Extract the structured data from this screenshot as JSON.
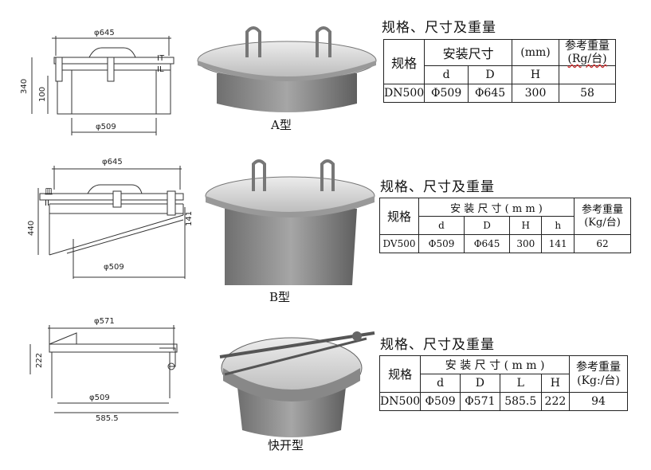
{
  "type_a": {
    "caption": "A型",
    "title": "规格、尺寸及重量",
    "table": {
      "spec_header": "规格",
      "install_header": "安装尺寸",
      "unit_header": "(mm)",
      "weight_header": "参考重量",
      "weight_unit": "(Rg/台)",
      "col_d": "d",
      "col_D": "D",
      "col_H": "H",
      "row": {
        "spec": "DN500",
        "d": "Φ509",
        "D": "Φ645",
        "H": "300",
        "weight": "58"
      }
    },
    "drawing_labels": {
      "top": "φ645",
      "bottom": "φ509",
      "height": "340",
      "inner": "100",
      "mark1": "IT",
      "mark2": "IL"
    }
  },
  "type_b": {
    "caption": "B型",
    "title": "规格、尺寸及重量",
    "table": {
      "spec_header": "规格",
      "install_header": "安 装 尺 寸 ( m m )",
      "weight_header": "参考重量",
      "weight_unit": "(Kg/台)",
      "col_d": "d",
      "col_D": "D",
      "col_H": "H",
      "col_h": "h",
      "row": {
        "spec": "DV500",
        "d": "Φ509",
        "D": "Φ645",
        "H": "300",
        "h": "141",
        "weight": "62"
      }
    },
    "drawing_labels": {
      "top": "φ645",
      "bottom": "φ509",
      "height": "440",
      "side": "141",
      "mark1": "皿",
      "mark2": "II"
    }
  },
  "type_c": {
    "caption": "快开型",
    "title": "规格、尺寸及重量",
    "table": {
      "spec_header": "规格",
      "install_header": "安 装 尺 寸 ( m m )",
      "weight_header": "参考重量",
      "weight_unit": "(Kg:/台)",
      "col_d": "d",
      "col_D": "D",
      "col_L": "L",
      "col_H": "H",
      "row": {
        "spec": "DN500",
        "d": "Φ509",
        "D": "Φ571",
        "L": "585.5",
        "H": "222",
        "weight": "94"
      }
    },
    "drawing_labels": {
      "top": "φ571",
      "bottom": "φ509",
      "length": "585.5",
      "height": "222"
    }
  }
}
